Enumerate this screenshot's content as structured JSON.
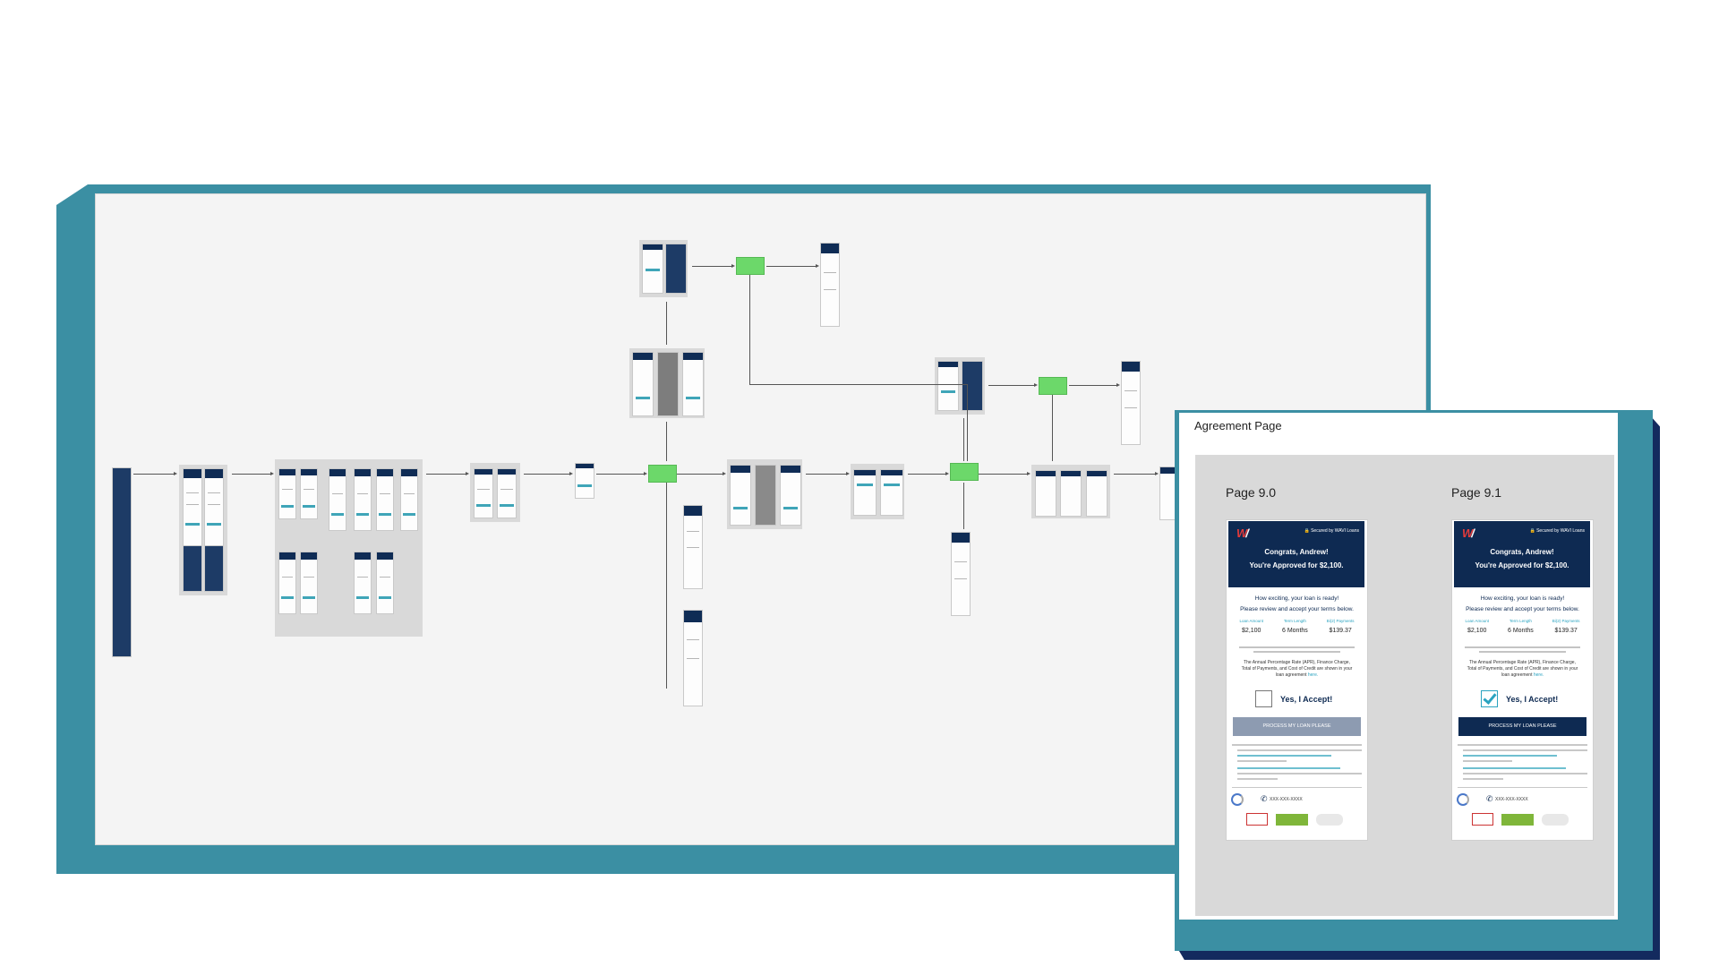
{
  "agreement": {
    "title": "Agreement Page",
    "pages": [
      {
        "label": "Page 9.0",
        "secured": "Secured by WAVI Loans",
        "congrats": "Congrats, Andrew!",
        "approved": "You're Approved for $2,100.",
        "exciting": "How exciting, your loan is ready!",
        "review": "Please review and accept your terms below.",
        "terms": [
          {
            "key": "Loan Amount",
            "value": "$2,100"
          },
          {
            "key": "Term Length",
            "value": "6 Months"
          },
          {
            "key": "Bi(2) Payments",
            "value": "$139.37"
          }
        ],
        "apr_text": "The Annual Percentage Rate (APR), Finance Charge, Total of Payments, and Cost of Credit are shown in your loan agreement",
        "apr_link": "here.",
        "accept_label": "Yes, I Accept!",
        "accepted": false,
        "process_label": "PROCESS MY LOAN PLEASE",
        "phone": "XXX-XXX-XXXX"
      },
      {
        "label": "Page 9.1",
        "secured": "Secured by WAVI Loans",
        "congrats": "Congrats, Andrew!",
        "approved": "You're Approved for $2,100.",
        "exciting": "How exciting, your loan is ready!",
        "review": "Please review and accept your terms below.",
        "terms": [
          {
            "key": "Loan Amount",
            "value": "$2,100"
          },
          {
            "key": "Term Length",
            "value": "6 Months"
          },
          {
            "key": "Bi(2) Payments",
            "value": "$139.37"
          }
        ],
        "apr_text": "The Annual Percentage Rate (APR), Finance Charge, Total of Payments, and Cost of Credit are shown in your loan agreement",
        "apr_link": "here.",
        "accept_label": "Yes, I Accept!",
        "accepted": true,
        "process_label": "PROCESS MY LOAN PLEASE",
        "phone": "XXX-XXX-XXXX"
      }
    ]
  },
  "colors": {
    "frame_teal": "#3b8fa3",
    "frame_navy": "#132a5e",
    "node_green": "#6cd86a",
    "brand_navy": "#0e2a52",
    "accent_cyan": "#2aa3c0"
  },
  "icons": {
    "logo": "wavi-logo-icon",
    "lock": "lock-icon",
    "phone": "phone-icon",
    "recaptcha": "recaptcha-icon",
    "checkbox": "checkbox-icon"
  }
}
